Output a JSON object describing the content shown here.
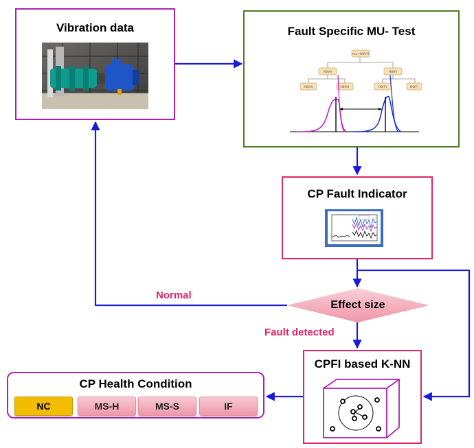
{
  "vibration": {
    "title": "Vibration data"
  },
  "mu_test": {
    "title": "Fault Specific MU- Test",
    "tree": {
      "root": "mu+H0VH",
      "mid_left": "H0(H)",
      "mid_right": "H0(F)",
      "leaves": [
        "H0(H)",
        "H0(H)",
        "H0(F)",
        "H0(F)"
      ]
    }
  },
  "cp_indicator": {
    "title": "CP Fault Indicator"
  },
  "decision": {
    "label": "Effect size"
  },
  "labels": {
    "normal": "Normal",
    "fault_detected": "Fault detected"
  },
  "knn": {
    "title": "CPFI based K-NN"
  },
  "health": {
    "title": "CP Health Condition",
    "classes": [
      "NC",
      "MS-H",
      "MS-S",
      "IF"
    ]
  },
  "colors": {
    "arrow": "#1a1adb",
    "magenta": "#b020b0",
    "green": "#4e7a2a",
    "pink": "#e0246a",
    "nc": "#f2bd00"
  }
}
